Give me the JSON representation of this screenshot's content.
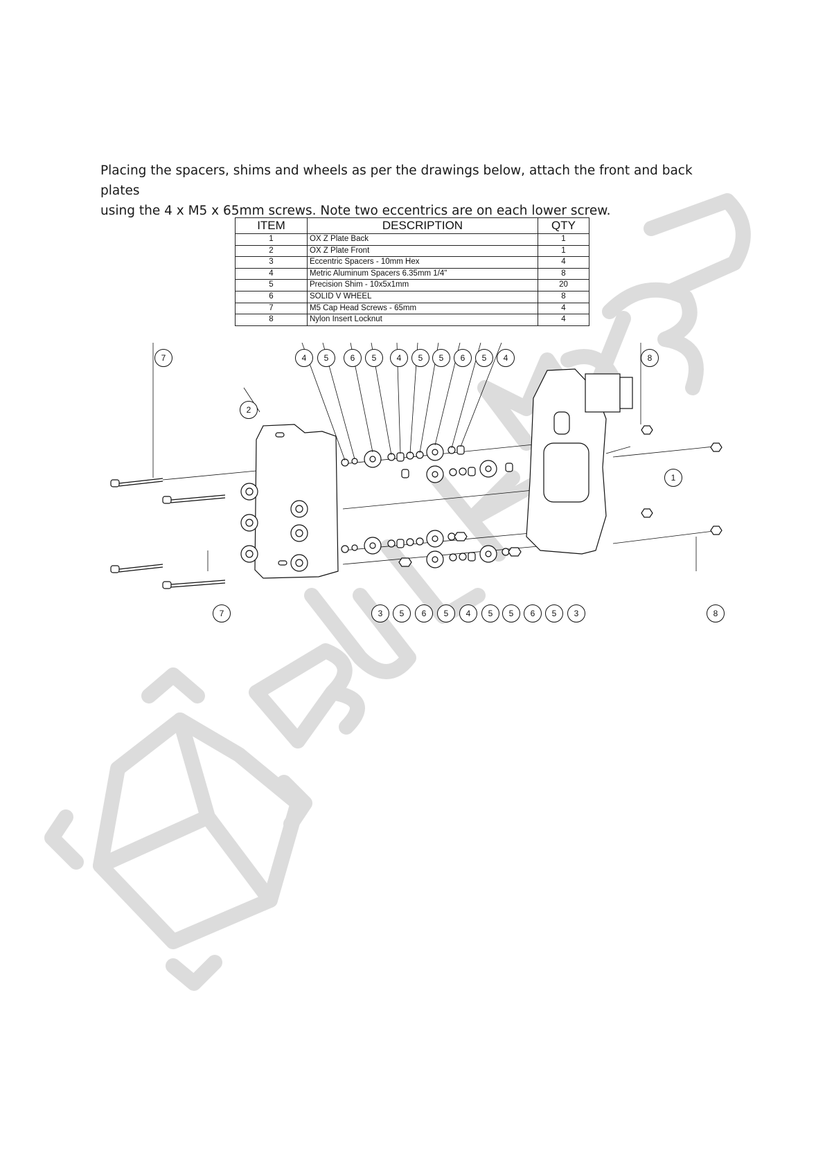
{
  "intro": {
    "line1": "Placing the spacers, shims and wheels as per the drawings below, attach the front and back plates",
    "line2": "using the 4 x M5 x 65mm screws. Note two eccentrics are on each lower screw."
  },
  "bom": {
    "headers": {
      "item": "ITEM",
      "description": "DESCRIPTION",
      "qty": "QTY"
    },
    "rows": [
      {
        "item": "1",
        "description": "OX Z Plate Back",
        "qty": "1"
      },
      {
        "item": "2",
        "description": "OX Z Plate Front",
        "qty": "1"
      },
      {
        "item": "3",
        "description": "Eccentric Spacers - 10mm Hex",
        "qty": "4"
      },
      {
        "item": "4",
        "description": "Metric Aluminum Spacers 6.35mm 1/4\"",
        "qty": "8"
      },
      {
        "item": "5",
        "description": "Precision Shim - 10x5x1mm",
        "qty": "20"
      },
      {
        "item": "6",
        "description": "SOLID V WHEEL",
        "qty": "8"
      },
      {
        "item": "7",
        "description": "M5 Cap Head Screws - 65mm",
        "qty": "4"
      },
      {
        "item": "8",
        "description": "Nylon Insert Locknut",
        "qty": "4"
      }
    ]
  },
  "balloons": {
    "top_left": "7",
    "front_plate": "2",
    "top_row": [
      "4",
      "5",
      "6",
      "5",
      "4",
      "5",
      "5",
      "6",
      "5",
      "4"
    ],
    "top_right": "8",
    "back_plate": "1",
    "bottom_left": "7",
    "bottom_row": [
      "3",
      "5",
      "6",
      "5",
      "4",
      "5",
      "5",
      "6",
      "5",
      "3"
    ],
    "bottom_right": "8"
  },
  "watermark": {
    "text": "BULKMAN 3D",
    "color": "#dcdcdc"
  },
  "colors": {
    "ink": "#111111",
    "watermark": "#dcdcdc"
  }
}
